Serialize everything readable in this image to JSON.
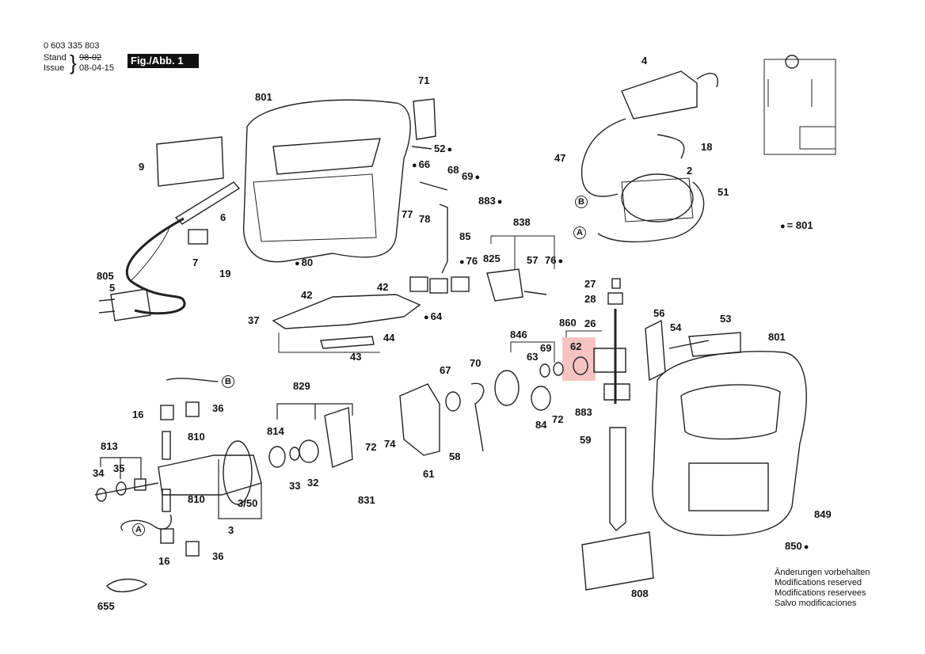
{
  "header": {
    "part_number": "0 603 335 803",
    "stand_label": "Stand",
    "stand_value": "98-02",
    "issue_label": "Issue",
    "issue_value": "08-04-15",
    "figure_label": "Fig./Abb. 1"
  },
  "notes": [
    "Änderungen vorbehalten",
    "Modifications reserved",
    "Modifications reservees",
    "Salvo modificaciones"
  ],
  "legend": "= 801",
  "labels": {
    "l801a": "801",
    "l71": "71",
    "l4": "4",
    "l9": "9",
    "l52": "52",
    "l18": "18",
    "l47": "47",
    "l66": "66",
    "l68": "68",
    "l69a": "69",
    "l883a": "883",
    "l2": "2",
    "l6": "6",
    "lB1": "B",
    "l51": "51",
    "l77": "77",
    "l78": "78",
    "l838": "838",
    "lA1": "A",
    "l85": "85",
    "l7": "7",
    "l19": "19",
    "l80": "80",
    "l76a": "76",
    "l825": "825",
    "l57": "57",
    "l76b": "76",
    "l805": "805",
    "l5": "5",
    "l42a": "42",
    "l42b": "42",
    "l27": "27",
    "l28": "28",
    "l56": "56",
    "l53": "53",
    "l37": "37",
    "l64": "64",
    "l860": "860",
    "l26": "26",
    "l54": "54",
    "l44": "44",
    "l801b": "801",
    "l846": "846",
    "l62": "62",
    "l43": "43",
    "l69b": "69",
    "l63": "63",
    "l67": "67",
    "l70": "70",
    "lB2": "B",
    "l829": "829",
    "l16a": "16",
    "l36a": "36",
    "l883b": "883",
    "l84": "84",
    "l72b": "72",
    "l814": "814",
    "l810a": "810",
    "l72a": "72",
    "l74": "74",
    "l59": "59",
    "l813": "813",
    "l58": "58",
    "l61": "61",
    "l34": "34",
    "l35": "35",
    "l33": "33",
    "l32": "32",
    "l831": "831",
    "l810b": "810",
    "l350": "3/50",
    "l849": "849",
    "lA2": "A",
    "l3": "3",
    "l16b": "16",
    "l36b": "36",
    "l850": "850",
    "l808": "808",
    "l655": "655"
  }
}
